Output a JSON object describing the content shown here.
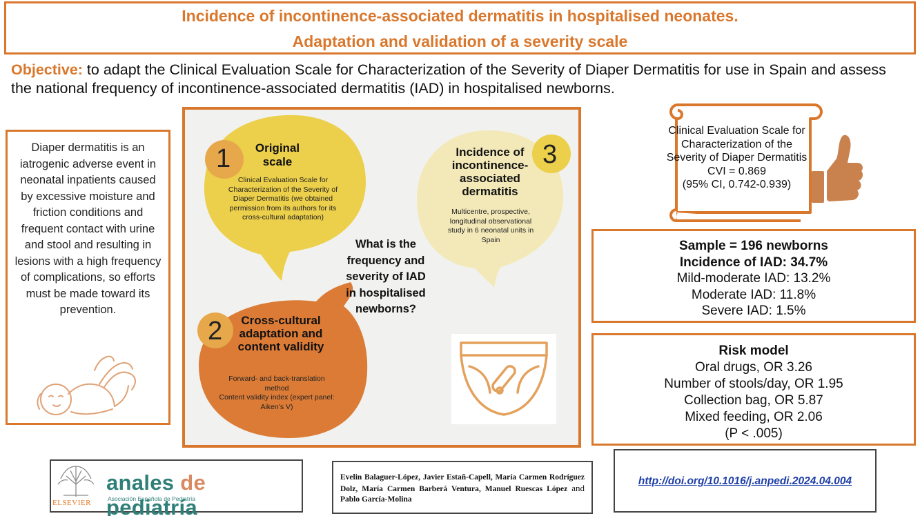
{
  "title": {
    "line1": "Incidence of incontinence-associated dermatitis in hospitalised neonates.",
    "line2": "Adaptation and validation of a severity scale"
  },
  "objective": {
    "label": "Objective:",
    "text": " to adapt the Clinical Evaluation Scale for Characterization of the Severity of Diaper Dermatitis for use in Spain and assess the national frequency of incontinence-associated dermatitis (IAD) in hospitalised newborns."
  },
  "intro": {
    "text": "Diaper dermatitis is an iatrogenic adverse event in neonatal inpatients caused by excessive moisture and friction conditions and frequent contact with urine and stool and resulting in lesions with a high frequency of complications, so efforts must be made toward its prevention."
  },
  "steps": [
    {
      "number": "1",
      "title": "Original scale",
      "body": "Clinical Evaluation Scale for Characterization of the Severity of Diaper Dermatitis (we obtained permission from its authors for its cross-cultural adaptation)"
    },
    {
      "number": "2",
      "title": "Cross-cultural adaptation and content validity",
      "body_line1": "Forward- and back-translation method",
      "body_line2": "Content validity index (expert panel: Aiken’s V)"
    },
    {
      "number": "3",
      "title": "Incidence of incontinence-associated dermatitis",
      "body": "Multicentre, prospective, longitudinal observational study in 6 neonatal units in Spain"
    }
  ],
  "question": "What is the frequency and severity of IAD in hospitalised newborns?",
  "scale_card": {
    "line1": "Clinical Evaluation Scale for Characterization of the Severity of Diaper Dermatitis",
    "cvi": "CVI =  0.869",
    "ci": "(95% CI, 0.742-0.939)"
  },
  "sample": {
    "line1": "Sample = 196 newborns",
    "line2": "Incidence of IAD: 34.7%",
    "line3": "Mild-moderate IAD: 13.2%",
    "line4": "Moderate IAD: 11.8%",
    "line5": "Severe IAD: 1.5%"
  },
  "risk": {
    "title": "Risk model",
    "items": [
      "Oral drugs, OR 3.26",
      "Number of stools/day, OR 1.95",
      "Collection bag, OR 5.87",
      "Mixed feeding, OR 2.06",
      "(P < .005)"
    ]
  },
  "footer": {
    "journal_a": "anales ",
    "journal_de": "de",
    "journal_b": " pediatría",
    "society": "Asociación Española de Pediatría",
    "publisher": "ELSEVIER",
    "authors_bold": "Evelin Balaguer-López, Javier Estañ-Capell, María Carmen Rodríguez Dolz, María Carmen Barberá Ventura, Manuel Ruescas López ",
    "authors_and": "and",
    "authors_last": " Pablo García-Molina",
    "doi": "http://doi.org/10.1016/j.anpedi.2024.04.004"
  },
  "colors": {
    "accent": "#d9782d",
    "yellow_blob": "#eccf4a",
    "pale_blob": "#f3e9b8",
    "orange_blob": "#db7b36",
    "number_circle": "#e6a84a",
    "journal_teal": "#2f7f79",
    "link": "#1f3fa8"
  }
}
